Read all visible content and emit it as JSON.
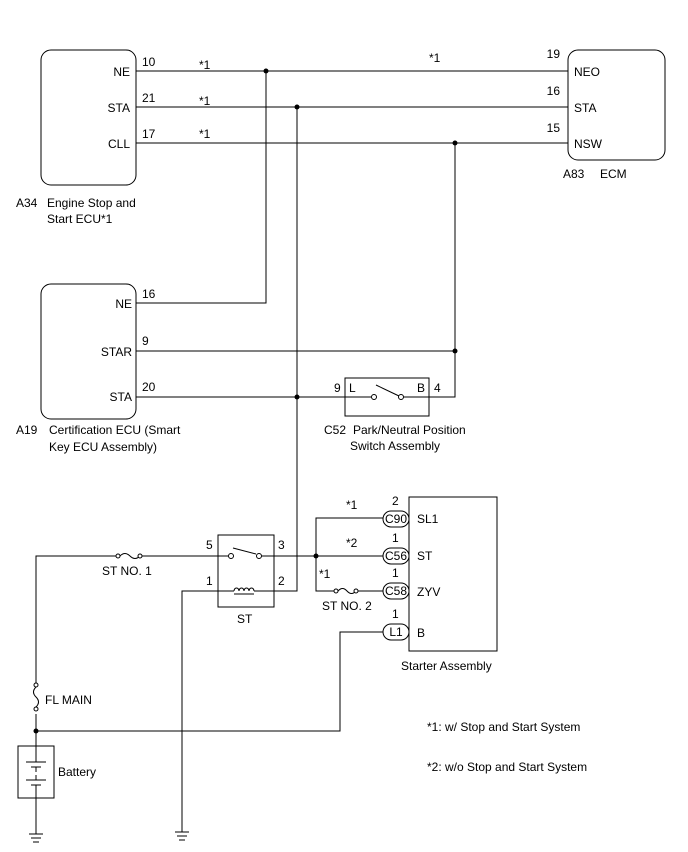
{
  "components": {
    "engine_ecu": {
      "code": "A34",
      "name_line1": "Engine Stop and",
      "name_line2": "Start ECU*1",
      "pins": [
        {
          "label": "NE",
          "num": "10",
          "note": "*1"
        },
        {
          "label": "STA",
          "num": "21",
          "note": "*1"
        },
        {
          "label": "CLL",
          "num": "17",
          "note": "*1"
        }
      ]
    },
    "ecm": {
      "code": "A83",
      "name": "ECM",
      "top_note": "*1",
      "pins": [
        {
          "label": "NEO",
          "num": "19"
        },
        {
          "label": "STA",
          "num": "16"
        },
        {
          "label": "NSW",
          "num": "15"
        }
      ]
    },
    "cert_ecu": {
      "code": "A19",
      "name_line1": "Certification ECU (Smart",
      "name_line2": "Key ECU Assembly)",
      "pins": [
        {
          "label": "NE",
          "num": "16"
        },
        {
          "label": "STAR",
          "num": "9"
        },
        {
          "label": "STA",
          "num": "20"
        }
      ]
    },
    "pnp_switch": {
      "code": "C52",
      "name_line1": "Park/Neutral Position",
      "name_line2": "Switch Assembly",
      "pin_left_label": "L",
      "pin_right_label": "B",
      "pin_left_num": "9",
      "pin_right_num": "4"
    },
    "st_relay": {
      "name": "ST",
      "pin5": "5",
      "pin3": "3",
      "pin1": "1",
      "pin2": "2"
    },
    "starter": {
      "name": "Starter Assembly",
      "pins": [
        {
          "connector": "C90",
          "label": "SL1",
          "num": "2",
          "note": "*1"
        },
        {
          "connector": "C56",
          "label": "ST",
          "num": "1",
          "note": "*2"
        },
        {
          "connector": "C58",
          "label": "ZYV",
          "num": "1",
          "note": "*1"
        },
        {
          "connector": "L1",
          "label": "B",
          "num": "1",
          "note": ""
        }
      ]
    },
    "fuse_st1": "ST NO. 1",
    "fuse_st2": "ST NO. 2",
    "fuse_flmain": "FL MAIN",
    "battery": "Battery"
  },
  "notes": {
    "n1": "*1: w/ Stop and Start System",
    "n2": "*2: w/o Stop and Start System"
  }
}
